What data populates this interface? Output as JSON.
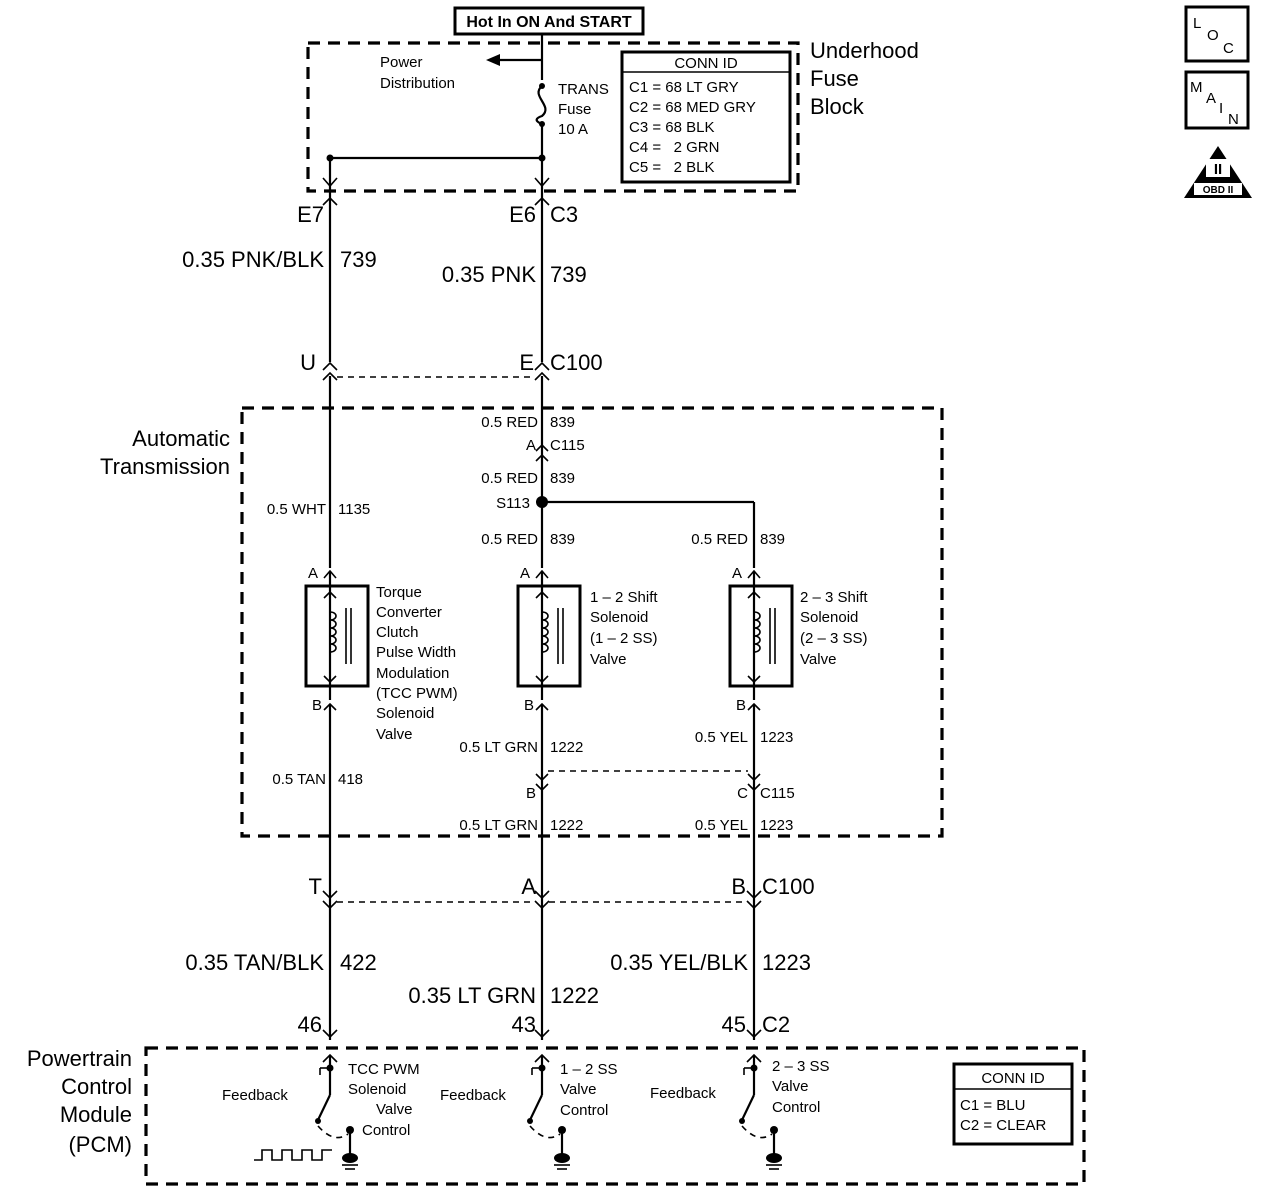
{
  "power_source": "Hot In ON And START",
  "fuse_block": {
    "name_lines": [
      "Underhood",
      "Fuse",
      "Block"
    ],
    "power_distribution": [
      "Power",
      "Distribution"
    ],
    "fuse_lines": [
      "TRANS",
      "Fuse",
      "10 A"
    ],
    "conn_id": {
      "title": "CONN ID",
      "rows": [
        "C1 = 68 LT GRY",
        "C2 = 68 MED GRY",
        "C3 = 68 BLK",
        "C4 =   2 GRN",
        "C5 =   2 BLK"
      ]
    },
    "pins": {
      "e7": "E7",
      "e6": "E6",
      "c3": "C3"
    }
  },
  "wires_top": {
    "left": {
      "label": "0.35 PNK/BLK",
      "circuit": "739"
    },
    "right": {
      "label": "0.35 PNK",
      "circuit": "739"
    }
  },
  "c100_top": {
    "u": "U",
    "e": "E",
    "conn": "C100"
  },
  "transmission": {
    "name_lines": [
      "Automatic",
      "Transmission"
    ],
    "wire_839_a": {
      "label": "0.5 RED",
      "circuit": "839"
    },
    "c115_a": {
      "pin": "A",
      "conn": "C115"
    },
    "wire_839_b": {
      "label": "0.5 RED",
      "circuit": "839"
    },
    "splice": "S113",
    "wire_839_c": {
      "label": "0.5 RED",
      "circuit": "839"
    },
    "wire_839_d": {
      "label": "0.5 RED",
      "circuit": "839"
    },
    "wire_1135": {
      "label": "0.5 WHT",
      "circuit": "1135"
    },
    "solenoids": [
      {
        "pin_a": "A",
        "pin_b": "B",
        "lines": [
          "Torque",
          "Converter",
          "Clutch",
          "Pulse Width",
          "Modulation",
          "(TCC PWM)",
          "Solenoid",
          "Valve"
        ]
      },
      {
        "pin_a": "A",
        "pin_b": "B",
        "lines": [
          "1 – 2 Shift",
          "Solenoid",
          "(1 – 2 SS)",
          "Valve"
        ]
      },
      {
        "pin_a": "A",
        "pin_b": "B",
        "lines": [
          "2 – 3 Shift",
          "Solenoid",
          "(2 – 3 SS)",
          "Valve"
        ]
      }
    ],
    "wire_418": {
      "label": "0.5 TAN",
      "circuit": "418"
    },
    "wire_1222_a": {
      "label": "0.5 LT GRN",
      "circuit": "1222"
    },
    "wire_1223_a": {
      "label": "0.5 YEL",
      "circuit": "1223"
    },
    "c115_bc": {
      "b": "B",
      "c": "C",
      "conn": "C115"
    },
    "wire_1222_b": {
      "label": "0.5 LT GRN",
      "circuit": "1222"
    },
    "wire_1223_b": {
      "label": "0.5 YEL",
      "circuit": "1223"
    }
  },
  "c100_bottom": {
    "t": "T",
    "a": "A",
    "b": "B",
    "conn": "C100"
  },
  "wires_bottom": {
    "left": {
      "label": "0.35 TAN/BLK",
      "circuit": "422"
    },
    "middle": {
      "label": "0.35 LT GRN",
      "circuit": "1222"
    },
    "right": {
      "label": "0.35 YEL/BLK",
      "circuit": "1223"
    }
  },
  "pcm": {
    "name_lines": [
      "Powertrain",
      "Control",
      "Module",
      "(PCM)"
    ],
    "pins": {
      "p46": "46",
      "p43": "43",
      "p45": "45",
      "conn": "C2"
    },
    "drivers": [
      {
        "feedback": "Feedback",
        "lines": [
          "TCC PWM",
          "Solenoid",
          "Valve",
          "Control"
        ]
      },
      {
        "feedback": "Feedback",
        "lines": [
          "1 – 2 SS",
          "Valve",
          "Control"
        ]
      },
      {
        "feedback": "Feedback",
        "lines": [
          "2 – 3 SS",
          "Valve",
          "Control"
        ]
      }
    ],
    "conn_id": {
      "title": "CONN ID",
      "rows": [
        "C1 = BLU",
        "C2 = CLEAR"
      ]
    }
  },
  "side_icons": {
    "loc": [
      "L",
      "O",
      "C"
    ],
    "main": [
      "M",
      "A",
      "I",
      "N"
    ],
    "obd": {
      "numeral": "II",
      "label": "OBD II"
    }
  }
}
